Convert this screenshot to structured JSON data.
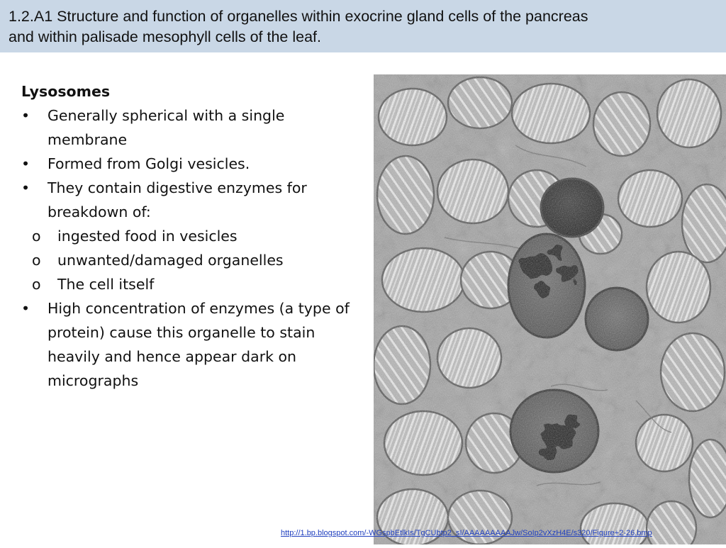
{
  "slide": {
    "title_line1": "1.2.A1 Structure and function of organelles within exocrine gland cells of the pancreas",
    "title_line2": "and within palisade mesophyll cells of the leaf."
  },
  "content": {
    "heading": "Lysosomes",
    "bullet_symbol": "•",
    "sub_bullet_symbol": "o",
    "bullets": [
      {
        "text": "Generally spherical with a single membrane"
      },
      {
        "text": "Formed from Golgi vesicles."
      },
      {
        "text": "They contain digestive enzymes for breakdown of:",
        "sub": [
          "ingested food in vesicles",
          "unwanted/damaged organelles",
          "The cell itself"
        ]
      },
      {
        "text": "High concentration of enzymes (a type of protein) cause this organelle to stain heavily and hence appear dark on micrographs"
      }
    ]
  },
  "source": {
    "link_text": "http://1.bp.blogspot.com/-WGspbEtlkIs/TgCUbtp2_sI/AAAAAAAAAJw/SoIp2vXzH4E/s320/Figure+2-26.bmp"
  },
  "colors": {
    "title_background": "#c9d7e6",
    "link": "#1f3fbf"
  }
}
